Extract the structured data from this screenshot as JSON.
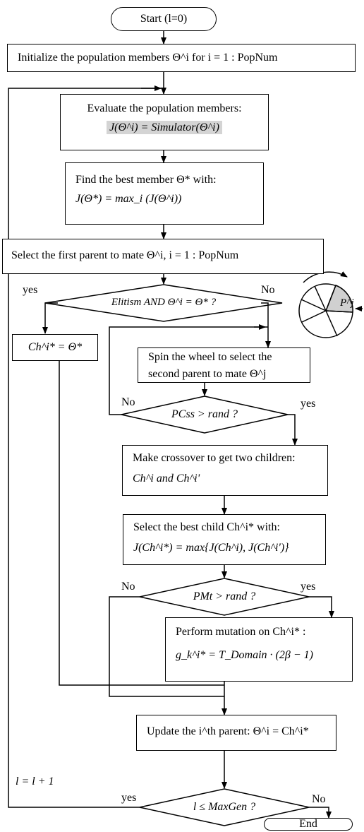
{
  "start": "Start (l=0)",
  "init": "Initialize the population members Θ^i for i = 1 : PopNum",
  "evaluate": {
    "line1": "Evaluate the population members:",
    "line2": "J(Θ^i) = Simulator(Θ^i)"
  },
  "find_best": {
    "line1": "Find the best member Θ* with:",
    "line2": "J(Θ*) = max_i (J(Θ^i))"
  },
  "select_parent": "Select the first parent to mate Θ^i, i = 1 : PopNum",
  "elitism_decision": "Elitism AND Θ^i = Θ* ?",
  "ch_equals": "Ch^i* = Θ*",
  "spin": {
    "line1": "Spin the wheel to select the",
    "line2": "second parent to mate Θ^j"
  },
  "wheel_label": "P^j",
  "pcss_decision": "PCss > rand ?",
  "crossover": {
    "line1": "Make crossover to get two children:",
    "line2": "Ch^i and Ch^i'"
  },
  "best_child": {
    "line1": "Select the best child Ch^i* with:",
    "line2": "J(Ch^i*) = max{J(Ch^i), J(Ch^i')}"
  },
  "pmt_decision": "PMt > rand ?",
  "mutation": {
    "line1": "Perform mutation on Ch^i* :",
    "line2": "g_k^i* = T_Domain · (2β − 1)"
  },
  "update": "Update the i^th parent: Θ^i = Ch^i*",
  "maxgen_decision": "l ≤ MaxGen ?",
  "increment": "l = l + 1",
  "end": "End",
  "labels": {
    "yes": "yes",
    "no": "No",
    "no_lc": "No"
  }
}
